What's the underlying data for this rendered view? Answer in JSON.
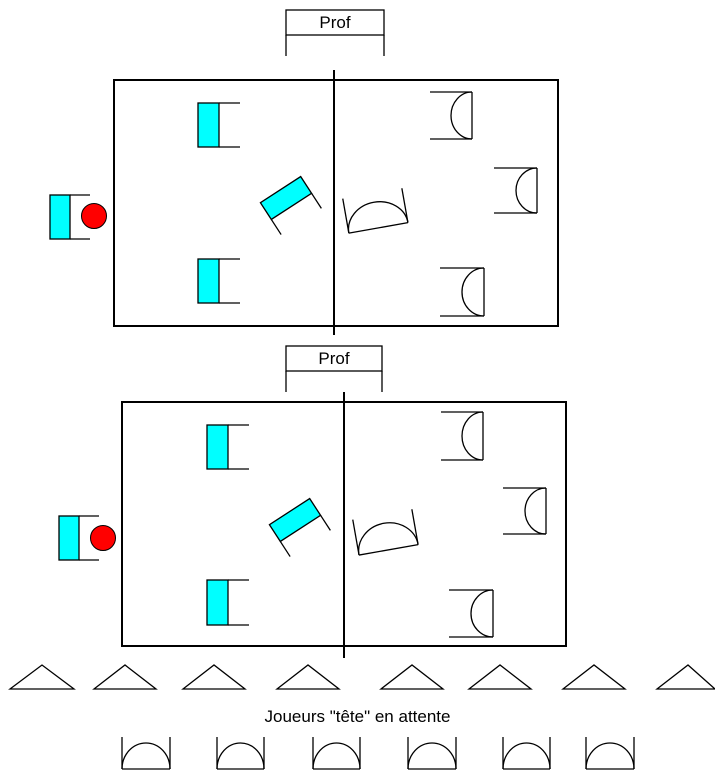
{
  "diagram": {
    "prof_label_top": "Prof",
    "prof_label_bottom": "Prof",
    "waiting_caption": "Joueurs \"tête\" en attente",
    "colors": {
      "teammate_fill": "#00ffff",
      "ball_fill": "#ff0000",
      "stroke": "#000000",
      "background": "#ffffff"
    },
    "courts": [
      {
        "name": "court-top",
        "left_side_players": 4,
        "right_side_players": 4,
        "ball": true
      },
      {
        "name": "court-bottom",
        "left_side_players": 4,
        "right_side_players": 4,
        "ball": true
      }
    ],
    "waiting_rows": [
      {
        "name": "triangle-markers",
        "count": 8
      },
      {
        "name": "waiting-head-players",
        "count": 6
      }
    ]
  }
}
